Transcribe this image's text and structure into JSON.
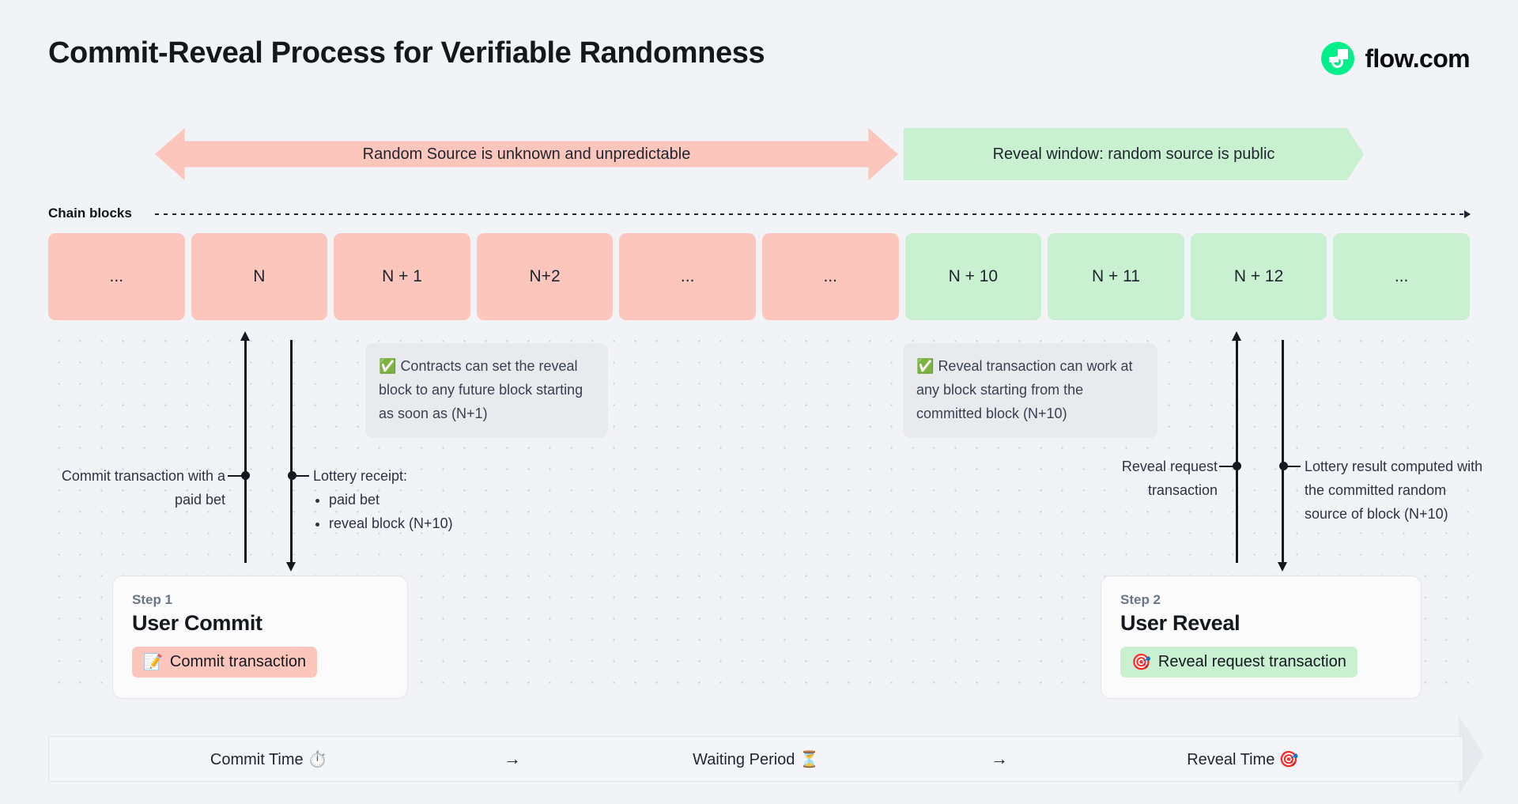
{
  "header": {
    "title": "Commit-Reveal Process for Verifiable Randomness",
    "logo_text": "flow.com",
    "logo_color": "#00ef8b"
  },
  "banners": {
    "unknown": "Random Source is unknown and unpredictable",
    "reveal": "Reveal window: random source is public",
    "unknown_color": "#fcc6bd",
    "reveal_color": "#c9f0d1"
  },
  "chain": {
    "label": "Chain blocks",
    "blocks": [
      {
        "label": "...",
        "tone": "pink"
      },
      {
        "label": "N",
        "tone": "pink"
      },
      {
        "label": "N + 1",
        "tone": "pink"
      },
      {
        "label": "N+2",
        "tone": "pink"
      },
      {
        "label": "...",
        "tone": "pink"
      },
      {
        "label": "...",
        "tone": "pink"
      },
      {
        "label": "N + 10",
        "tone": "green"
      },
      {
        "label": "N + 11",
        "tone": "green"
      },
      {
        "label": "N + 12",
        "tone": "green"
      },
      {
        "label": "...",
        "tone": "green"
      }
    ]
  },
  "callouts": {
    "one": "Contracts can set the reveal block to any future block starting as soon as (N+1)",
    "two": "Reveal transaction can work at any block starting from the committed block (N+10)",
    "check_emoji": "✅"
  },
  "annotations": {
    "commit": "Commit transaction with a paid bet",
    "receipt_title": "Lottery receipt:",
    "receipt_items": [
      "paid bet",
      "reveal block (N+10)"
    ],
    "reveal_request": "Reveal request transaction",
    "lottery_result": "Lottery result computed with the committed random source of block (N+10)"
  },
  "steps": [
    {
      "step": "Step 1",
      "name": "User Commit",
      "pill": "Commit transaction",
      "pill_emoji": "📝",
      "tone": "pink"
    },
    {
      "step": "Step 2",
      "name": "User Reveal",
      "pill": "Reveal request transaction",
      "pill_emoji": "🎯",
      "tone": "green"
    }
  ],
  "timeline": {
    "commit": "Commit Time ⏱️",
    "arrow1": "→",
    "waiting": "Waiting Period ⏳",
    "arrow2": "→",
    "reveal": "Reveal Time 🎯"
  }
}
